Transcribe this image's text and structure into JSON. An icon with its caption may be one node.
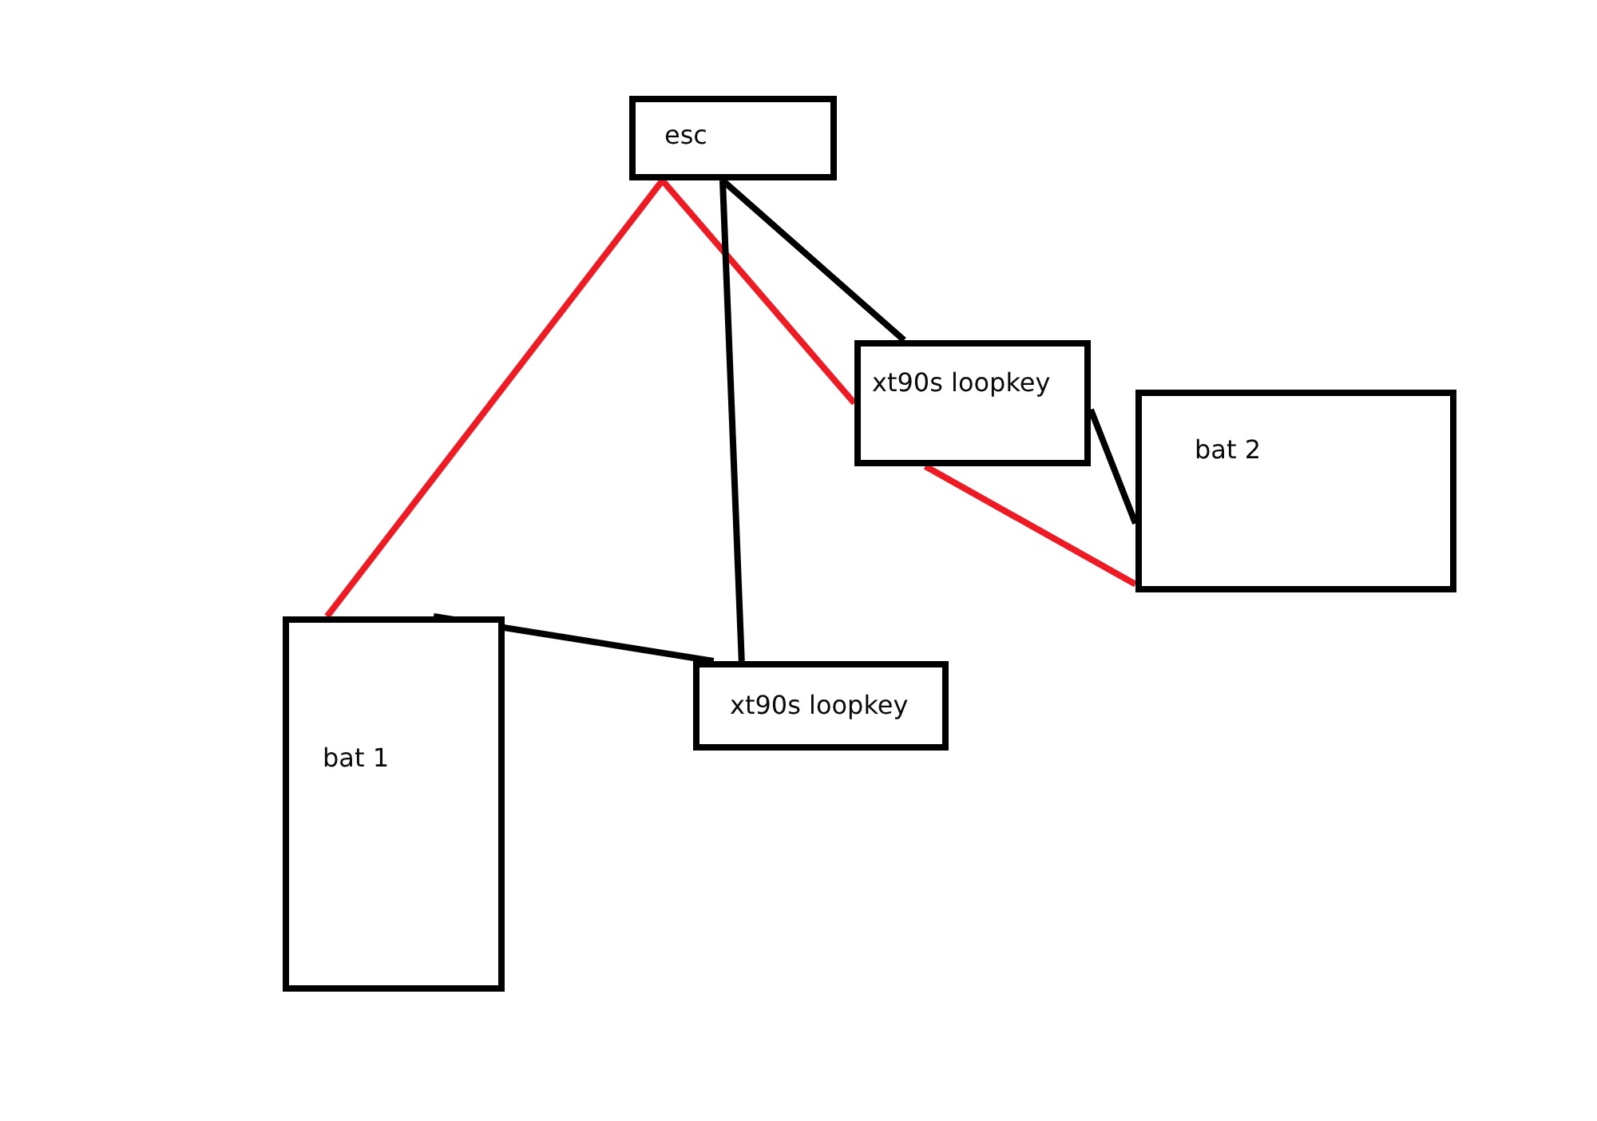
{
  "diagram": {
    "nodes": [
      {
        "text": [
          "esc"
        ]
      },
      {
        "text": [
          "xt90s loopkey"
        ]
      },
      {
        "text": [
          "bat 2"
        ]
      },
      {
        "text": [
          "bat 1"
        ]
      },
      {
        "text": [
          "xt90s loopkey"
        ]
      }
    ],
    "edges": [
      {
        "from": 0,
        "to": 3,
        "arrow": "none",
        "color": "#ed1c24"
      },
      {
        "from": 0,
        "to": 1,
        "arrow": "none",
        "color": "#ed1c24"
      },
      {
        "from": 0,
        "to": 1,
        "arrow": "none"
      },
      {
        "from": 0,
        "to": 4,
        "arrow": "none"
      },
      {
        "from": 4,
        "to": 3,
        "arrow": "none"
      },
      {
        "from": 1,
        "to": 2,
        "arrow": "none"
      },
      {
        "from": 1,
        "to": 2,
        "arrow": "none",
        "color": "#ed1c24"
      }
    ]
  }
}
